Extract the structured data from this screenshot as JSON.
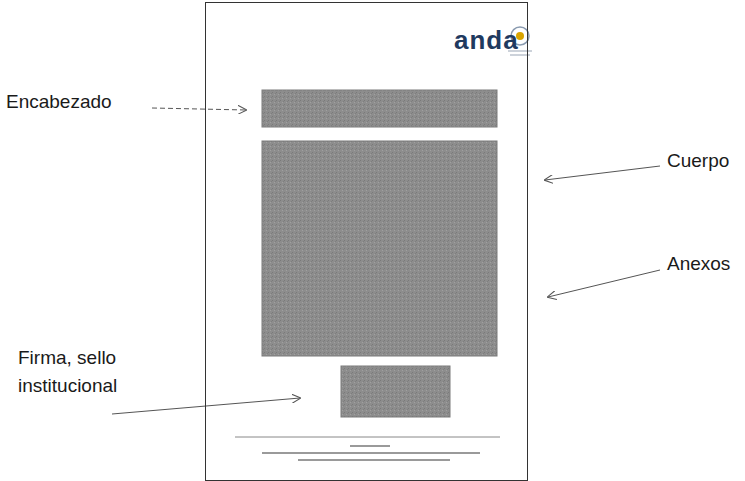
{
  "diagram": {
    "nodes": [
      {
        "text": [
          "anda"
        ]
      }
    ],
    "labels": [
      "Encabezado",
      "Cuerpo",
      "Anexos",
      "Firma, sello institucional"
    ]
  }
}
